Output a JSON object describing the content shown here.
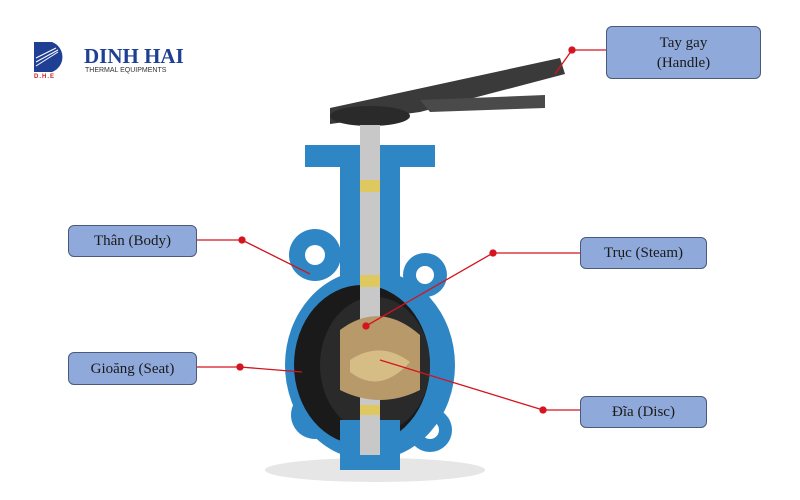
{
  "logo": {
    "name": "DINH HAI",
    "tagline": "THERMAL EQUIPMENTS",
    "mark": "D.H.E"
  },
  "labels": {
    "handle": [
      "Tay gay",
      "(Handle)"
    ],
    "body": "Thân (Body)",
    "stem": "Trục (Steam)",
    "seat": "Gioăng (Seat)",
    "disc": "Đĩa (Disc)"
  },
  "colors": {
    "label_fill": "#8fa9da",
    "leader": "#d4141e",
    "valve_body": "#2f86c4"
  }
}
